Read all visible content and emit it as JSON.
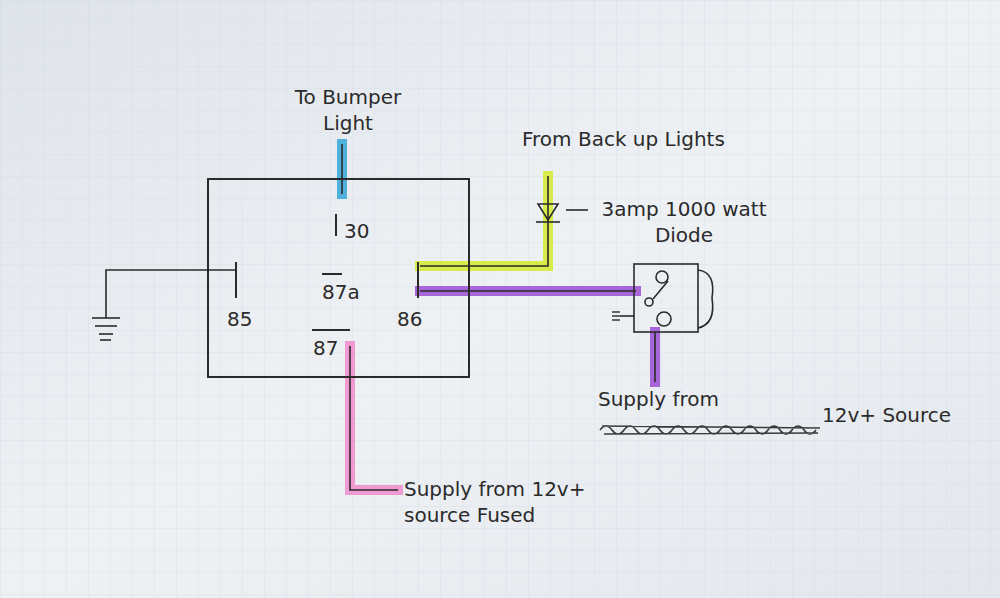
{
  "diagram": {
    "nodes": [
      {
        "text": [
          "30",
          "85",
          "87a",
          "86",
          "87"
        ]
      }
    ],
    "labels": [
      "To Bumper Light",
      "From Back up Lights",
      "3amp 1000 watt Diode",
      "Supply from",
      "12v+ Source",
      "Supply from 12v+ source Fused"
    ]
  }
}
